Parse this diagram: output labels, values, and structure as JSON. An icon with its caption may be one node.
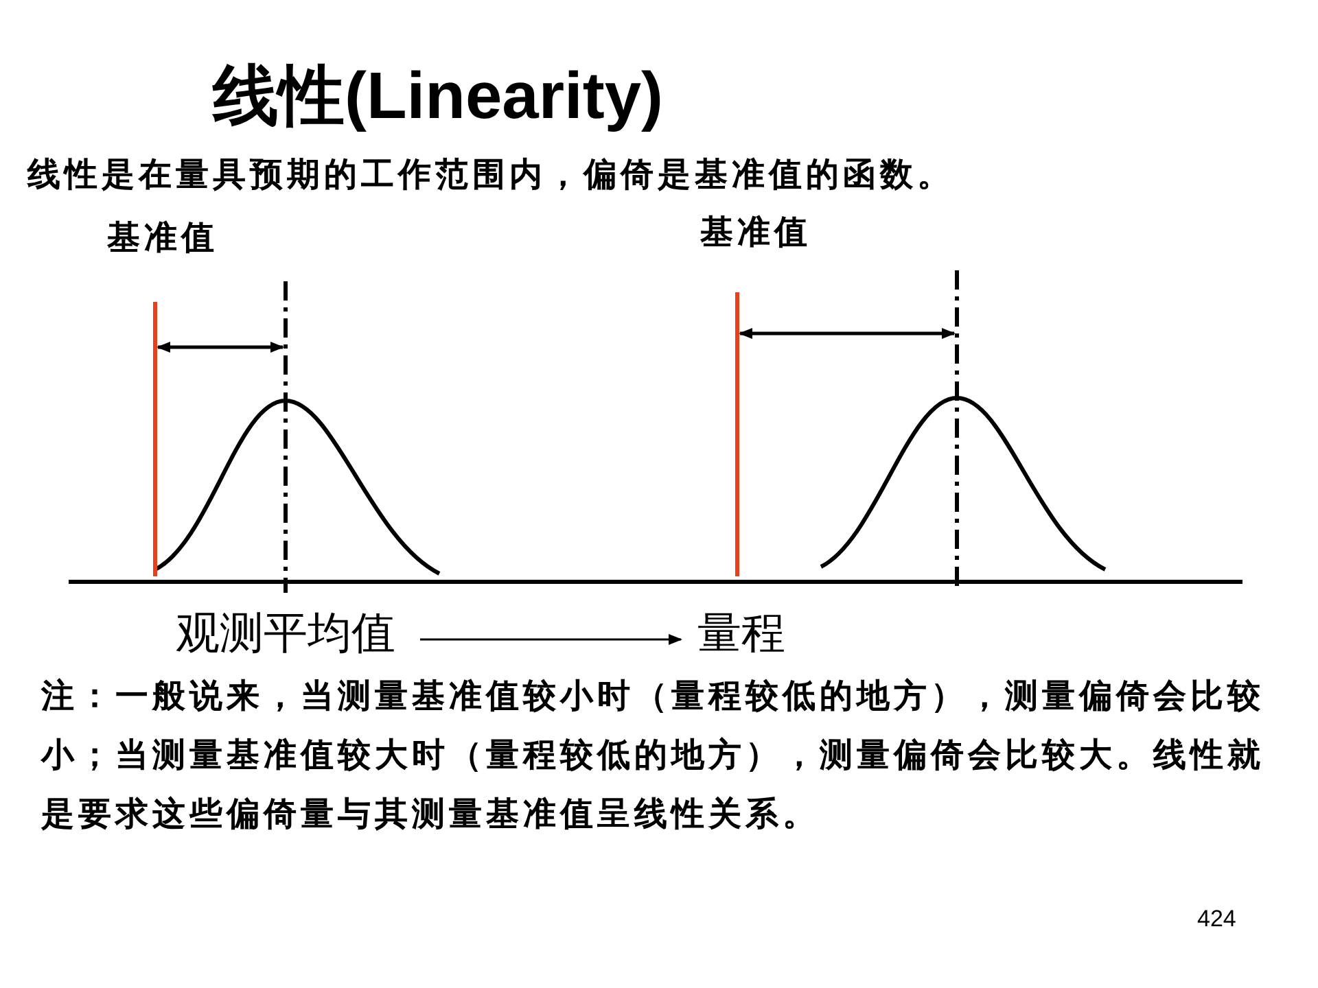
{
  "diagram": {
    "title": "线性(Linearity)",
    "nodes": [
      {
        "text": [
          "观测平均值"
        ]
      },
      {
        "text": [
          "量程"
        ]
      }
    ],
    "edges": [
      {
        "from": 0,
        "to": 1,
        "arrow": "to"
      }
    ],
    "labels": [
      "线性是在量具预期的工作范围内，偏倚是基准值的函数。",
      "基准值",
      "基准值",
      "注：一般说来，当测量基准值较小时（量程较低的地方），测量偏倚会比较小；当测量基准值较大时（量程较低的地方），测量偏倚会比较大。线性就是要求这些偏倚量与其测量基准值呈线性关系。",
      "424"
    ]
  }
}
